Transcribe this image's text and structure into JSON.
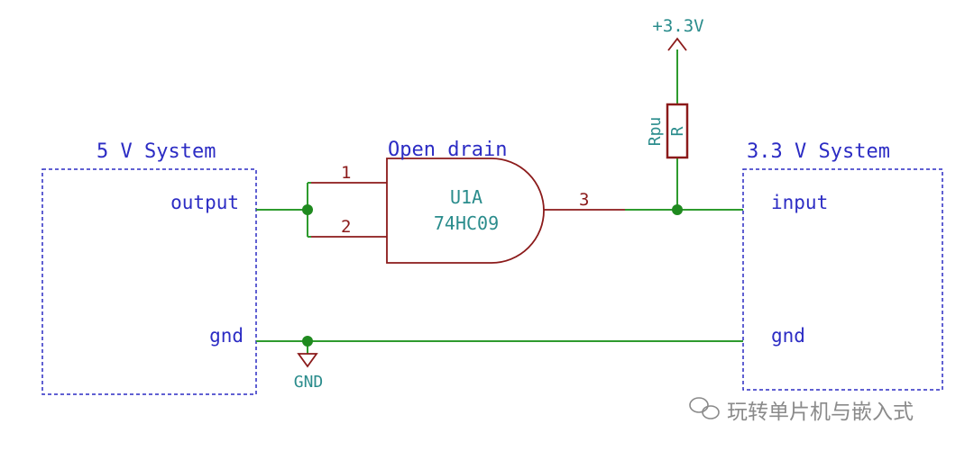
{
  "colors": {
    "wire": "#2e9b2e",
    "junction": "#1f8a1f",
    "block": "#2c2cc4",
    "component": "#8b1a1a",
    "ref_text": "#2a8c8c",
    "watermark": "#8a8a8a"
  },
  "left_system": {
    "title": "5 V System",
    "port_output": "output",
    "port_gnd": "gnd"
  },
  "right_system": {
    "title": "3.3 V System",
    "port_input": "input",
    "port_gnd": "gnd"
  },
  "gate": {
    "title": "Open drain",
    "reference": "U1A",
    "value": "74HC09",
    "pin_in_a": "1",
    "pin_in_b": "2",
    "pin_out": "3"
  },
  "resistor": {
    "reference": "Rpu",
    "value": "R"
  },
  "power": {
    "supply_label": "+3.3V",
    "ground_label": "GND"
  },
  "watermark": {
    "icon": "wechat-icon",
    "text": "玩转单片机与嵌入式"
  }
}
